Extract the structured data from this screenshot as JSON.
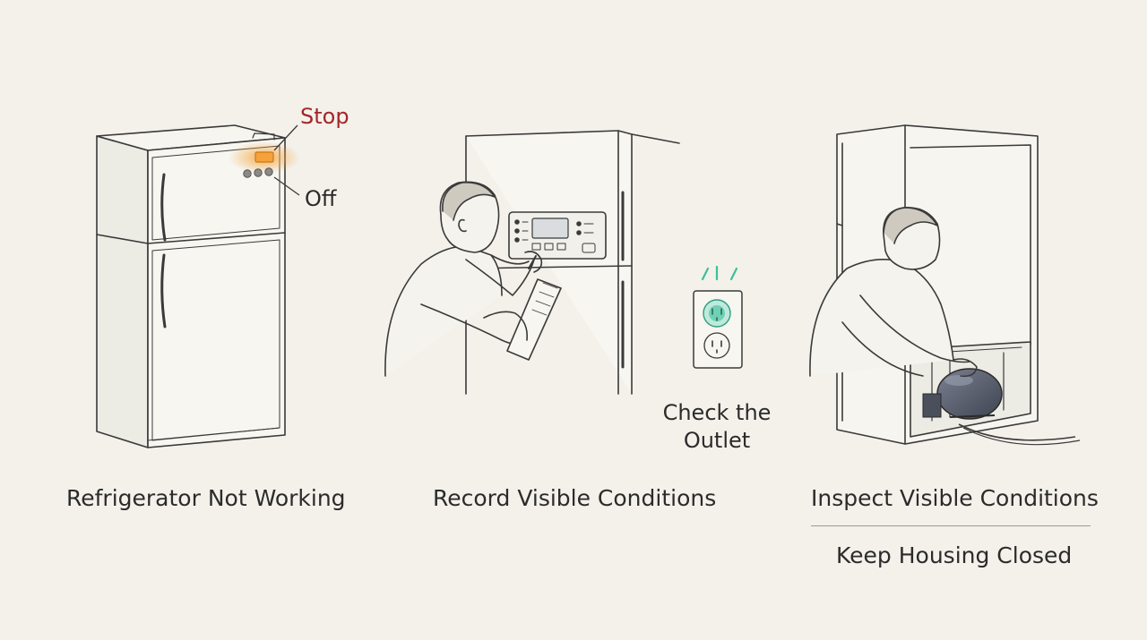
{
  "colors": {
    "background": "#f3f1ea",
    "ink": "#3a3a3a",
    "warning": "#a3262a",
    "indicator": "#f5a23a",
    "outlet_glow": "#3dbf9a",
    "compressor": "#5a6070"
  },
  "panels": [
    {
      "caption": "Refrigerator Not Working",
      "annotations": {
        "stop": "Stop",
        "off": "Off"
      }
    },
    {
      "caption": "Record Visible Conditions",
      "outlet_label_line1": "Check the",
      "outlet_label_line2": "Outlet"
    },
    {
      "caption": "Inspect Visible Conditions",
      "subcaption": "Keep Housing Closed"
    }
  ],
  "icons": [
    "refrigerator-icon",
    "person-writing-icon",
    "wall-outlet-icon",
    "person-inspecting-icon",
    "compressor-icon"
  ]
}
